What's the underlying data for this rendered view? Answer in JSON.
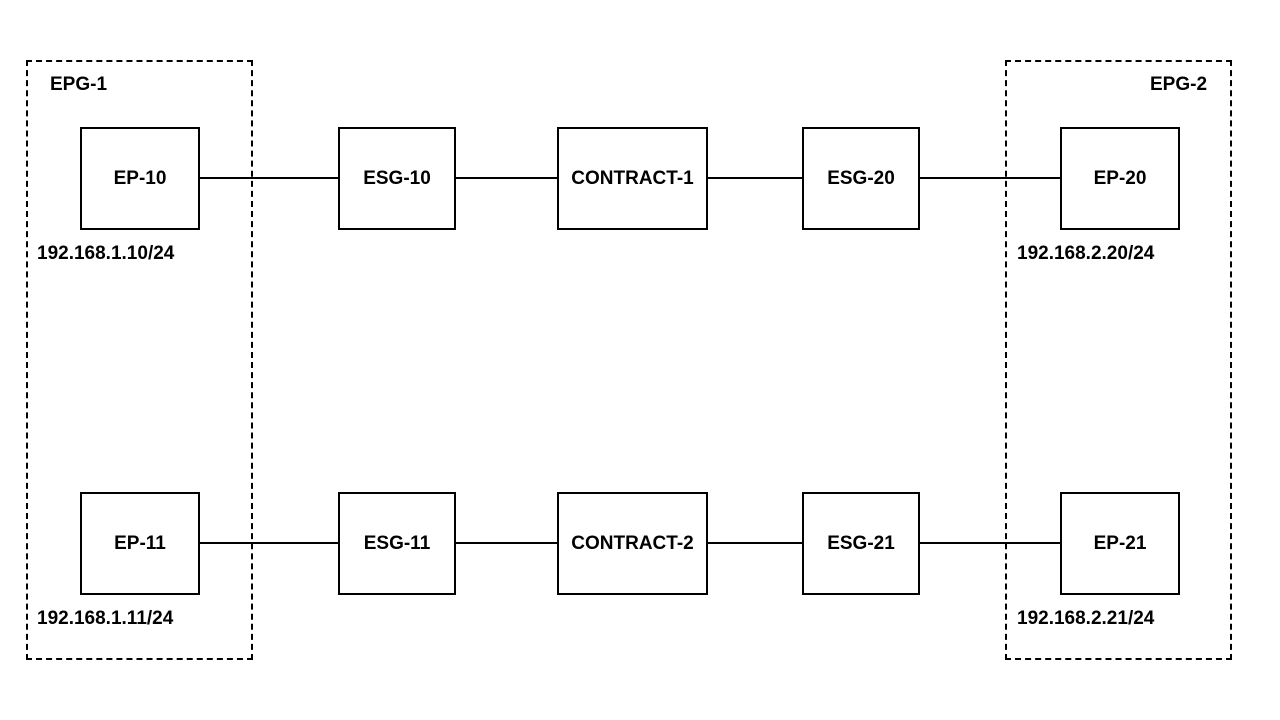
{
  "groups": [
    {
      "id": "epg1",
      "label": "EPG-1"
    },
    {
      "id": "epg2",
      "label": "EPG-2"
    }
  ],
  "nodes": {
    "ep10": {
      "label": "EP-10",
      "ip": "192.168.1.10/24"
    },
    "ep11": {
      "label": "EP-11",
      "ip": "192.168.1.11/24"
    },
    "esg10": {
      "label": "ESG-10"
    },
    "esg11": {
      "label": "ESG-11"
    },
    "contract1": {
      "label": "CONTRACT-1"
    },
    "contract2": {
      "label": "CONTRACT-2"
    },
    "esg20": {
      "label": "ESG-20"
    },
    "esg21": {
      "label": "ESG-21"
    },
    "ep20": {
      "label": "EP-20",
      "ip": "192.168.2.20/24"
    },
    "ep21": {
      "label": "EP-21",
      "ip": "192.168.2.21/24"
    }
  },
  "links": [
    {
      "from": "ep10",
      "to": "esg10"
    },
    {
      "from": "esg10",
      "to": "contract1"
    },
    {
      "from": "contract1",
      "to": "esg20"
    },
    {
      "from": "esg20",
      "to": "ep20"
    },
    {
      "from": "ep11",
      "to": "esg11"
    },
    {
      "from": "esg11",
      "to": "contract2"
    },
    {
      "from": "contract2",
      "to": "esg21"
    },
    {
      "from": "esg21",
      "to": "ep21"
    }
  ]
}
